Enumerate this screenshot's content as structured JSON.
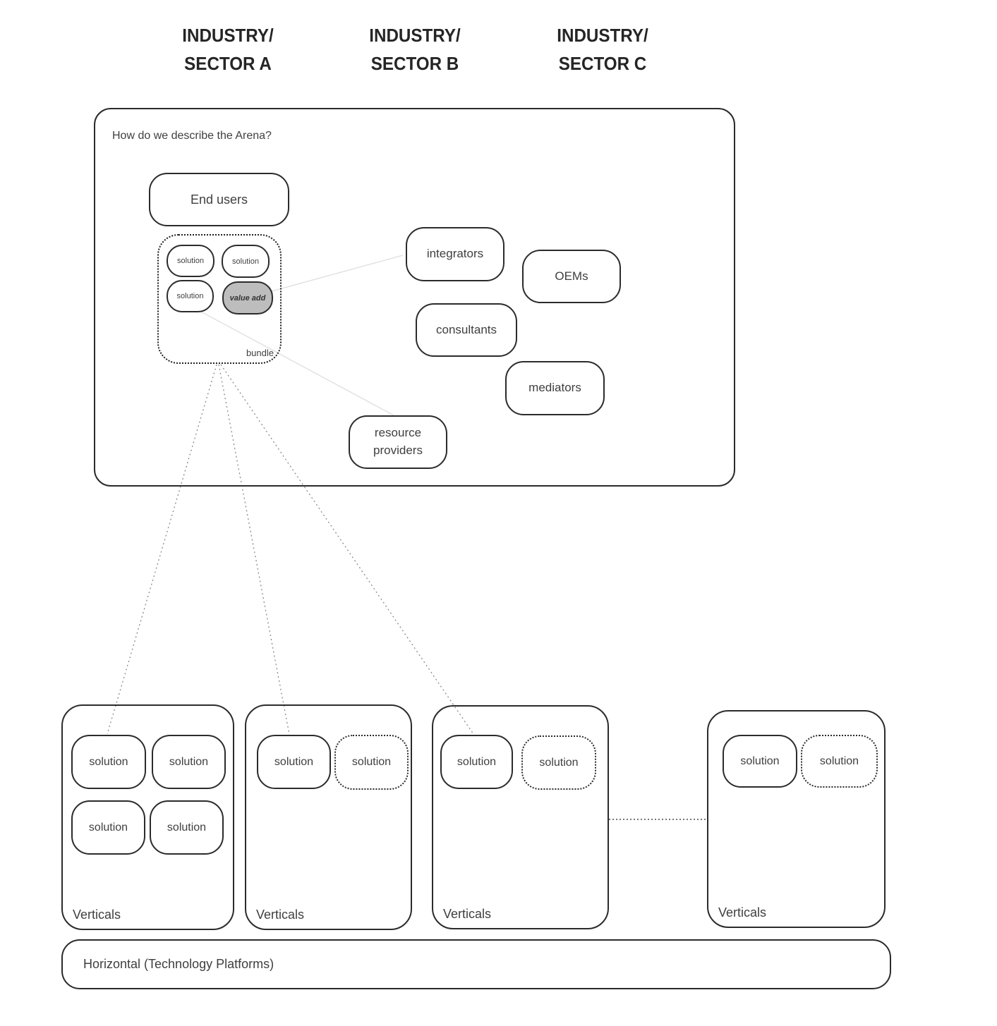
{
  "headers": [
    {
      "line1": "INDUSTRY/",
      "line2": "SECTOR A"
    },
    {
      "line1": "INDUSTRY/",
      "line2": "SECTOR B"
    },
    {
      "line1": "INDUSTRY/",
      "line2": "SECTOR C"
    }
  ],
  "arena": {
    "question": "How do we describe the Arena?",
    "end_users": "End users",
    "bundle": {
      "label": "bundle",
      "solutions": [
        "solution",
        "solution",
        "solution"
      ],
      "value_add": "value add"
    },
    "actors": {
      "integrators": "integrators",
      "oems": "OEMs",
      "consultants": "consultants",
      "mediators": "mediators",
      "resource_providers": "resource providers"
    }
  },
  "verticals": [
    {
      "label": "Verticals",
      "solutions": [
        "solution",
        "solution",
        "solution",
        "solution"
      ]
    },
    {
      "label": "Verticals",
      "solutions": [
        "solution",
        "solution"
      ]
    },
    {
      "label": "Verticals",
      "solutions": [
        "solution",
        "solution"
      ]
    },
    {
      "label": "Verticals",
      "solutions": [
        "solution",
        "solution"
      ]
    }
  ],
  "horizontal": {
    "label": "Horizontal (Technology Platforms)"
  },
  "colors": {
    "border": "#2b2b2b",
    "text": "#3f3f3f",
    "value_add_fill": "#bdbdbd",
    "faint_connector": "#e2e2e2",
    "dotted_connector": "#8a8a8a"
  }
}
